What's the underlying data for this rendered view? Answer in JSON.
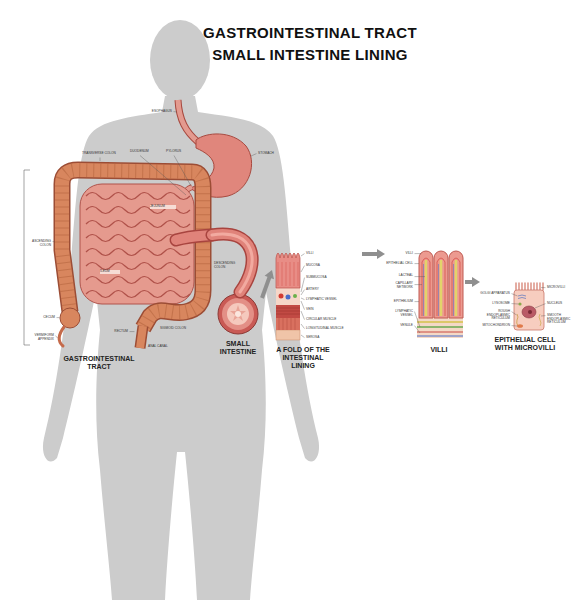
{
  "diagram": {
    "title": "GASTROINTESTINAL TRACT SMALL INTESTINE LINING",
    "nodes": [
      {
        "text": [
          "GASTROINTESTINAL TRACT"
        ]
      },
      {
        "text": [
          "SMALL INTESTINE"
        ]
      },
      {
        "text": [
          "A FOLD OF THE INTESTINAL LINING"
        ]
      },
      {
        "text": [
          "VILLI"
        ]
      },
      {
        "text": [
          "EPITHELIAL CELL WITH MICROVILLI"
        ]
      }
    ],
    "edges": [
      {
        "from": 0,
        "to": 1,
        "arrow": "none"
      },
      {
        "from": 1,
        "to": 2,
        "arrow": "to"
      },
      {
        "from": 2,
        "to": 3,
        "arrow": "to"
      },
      {
        "from": 3,
        "to": 4,
        "arrow": "to"
      }
    ],
    "labels": [
      "ESOPHAGUS",
      "STOMACH",
      "DUODENUM",
      "PYLORUS",
      "TRANSVERSE COLON",
      "JEJUNUM",
      "ASCENDING COLON",
      "DESCENDING COLON",
      "ILEUM",
      "CECUM",
      "SIGMOID COLON",
      "RECTUM",
      "VERMIFORM APPENDIX",
      "ANAL CANAL",
      "VILLI",
      "MUCOSA",
      "SUBMUCOSA",
      "ARTERY",
      "LYMPHATIC VESSEL",
      "VEIN",
      "CIRCULAR MUSCLE",
      "LONGITUDINAL MUSCLE",
      "SEROSA",
      "VILLI",
      "EPITHELIAL CELL",
      "LACTEAL",
      "CAPILLARY NETWORK",
      "EPITHELIUM",
      "LYMPHATIC VESSEL",
      "VENULE",
      "GOLGI APPARATUS",
      "LYSOSOME",
      "ROUGH ENDOPLASMIC RETICULUM",
      "MITOCHONDRION",
      "MICROVILLI",
      "NUCLEUS",
      "SMOOTH ENDOPLASMIC RETICULUM"
    ]
  }
}
